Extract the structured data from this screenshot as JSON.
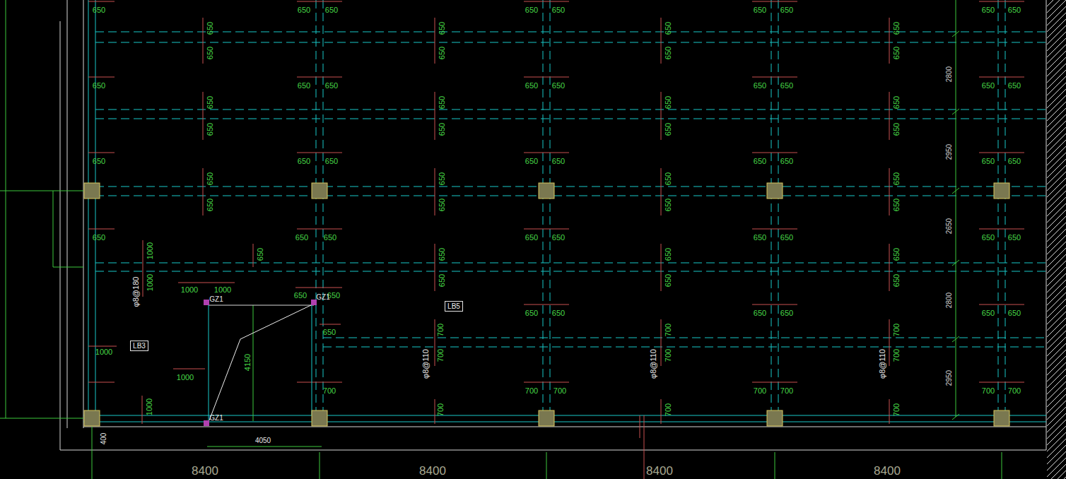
{
  "diagram": {
    "nodes": [
      {
        "text": [
          "LB5"
        ]
      },
      {
        "text": [
          "LB3"
        ]
      }
    ],
    "labels": [
      "650",
      "650",
      "650",
      "650",
      "650",
      "650",
      "650",
      "650",
      "650",
      "650",
      "650",
      "650",
      "650",
      "650",
      "650",
      "650",
      "650",
      "650",
      "650",
      "650",
      "650",
      "650",
      "650",
      "650",
      "650",
      "650",
      "650",
      "650",
      "650",
      "650",
      "650",
      "650",
      "650",
      "650",
      "650",
      "650",
      "650",
      "650",
      "650",
      "650",
      "650",
      "650",
      "650",
      "650",
      "650",
      "650",
      "650",
      "650",
      "650",
      "650",
      "650",
      "650",
      "650",
      "650",
      "650",
      "650",
      "650",
      "650",
      "650",
      "650",
      "650",
      "650",
      "650",
      "650",
      "650",
      "650",
      "650",
      "1000",
      "1000",
      "φ8@180",
      "1000",
      "1000",
      "650",
      "650",
      "GZ1",
      "GZ1",
      "650",
      "650",
      "650",
      "650",
      "650",
      "650",
      "700",
      "700",
      "700",
      "700",
      "700",
      "700",
      "650",
      "1000",
      "1000",
      "4150",
      "φ8@110",
      "φ8@110",
      "φ8@110",
      "700",
      "700",
      "700",
      "700",
      "700",
      "700",
      "700",
      "700",
      "700",
      "700",
      "1000",
      "GZ1",
      "4050",
      "400",
      "8400",
      "8400",
      "8400",
      "8400",
      "2800",
      "2950",
      "2650",
      "2800",
      "2950"
    ]
  }
}
